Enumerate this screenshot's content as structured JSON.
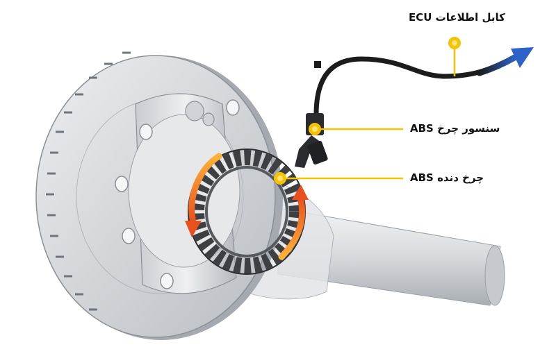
{
  "labels": {
    "ecu_cable": "کابل اطلاعات ECU",
    "abs_sensor": "سنسور چرخ ABS",
    "abs_tone_wheel": "چرخ دنده ABS"
  },
  "colors": {
    "callout": "#f5c400",
    "rotation_arrow": "#f07a1a",
    "cable_arrow": "#2d63c8",
    "disc": "#d9dbde",
    "metal_dark": "#8b9096",
    "cable": "#1c1c1c"
  }
}
